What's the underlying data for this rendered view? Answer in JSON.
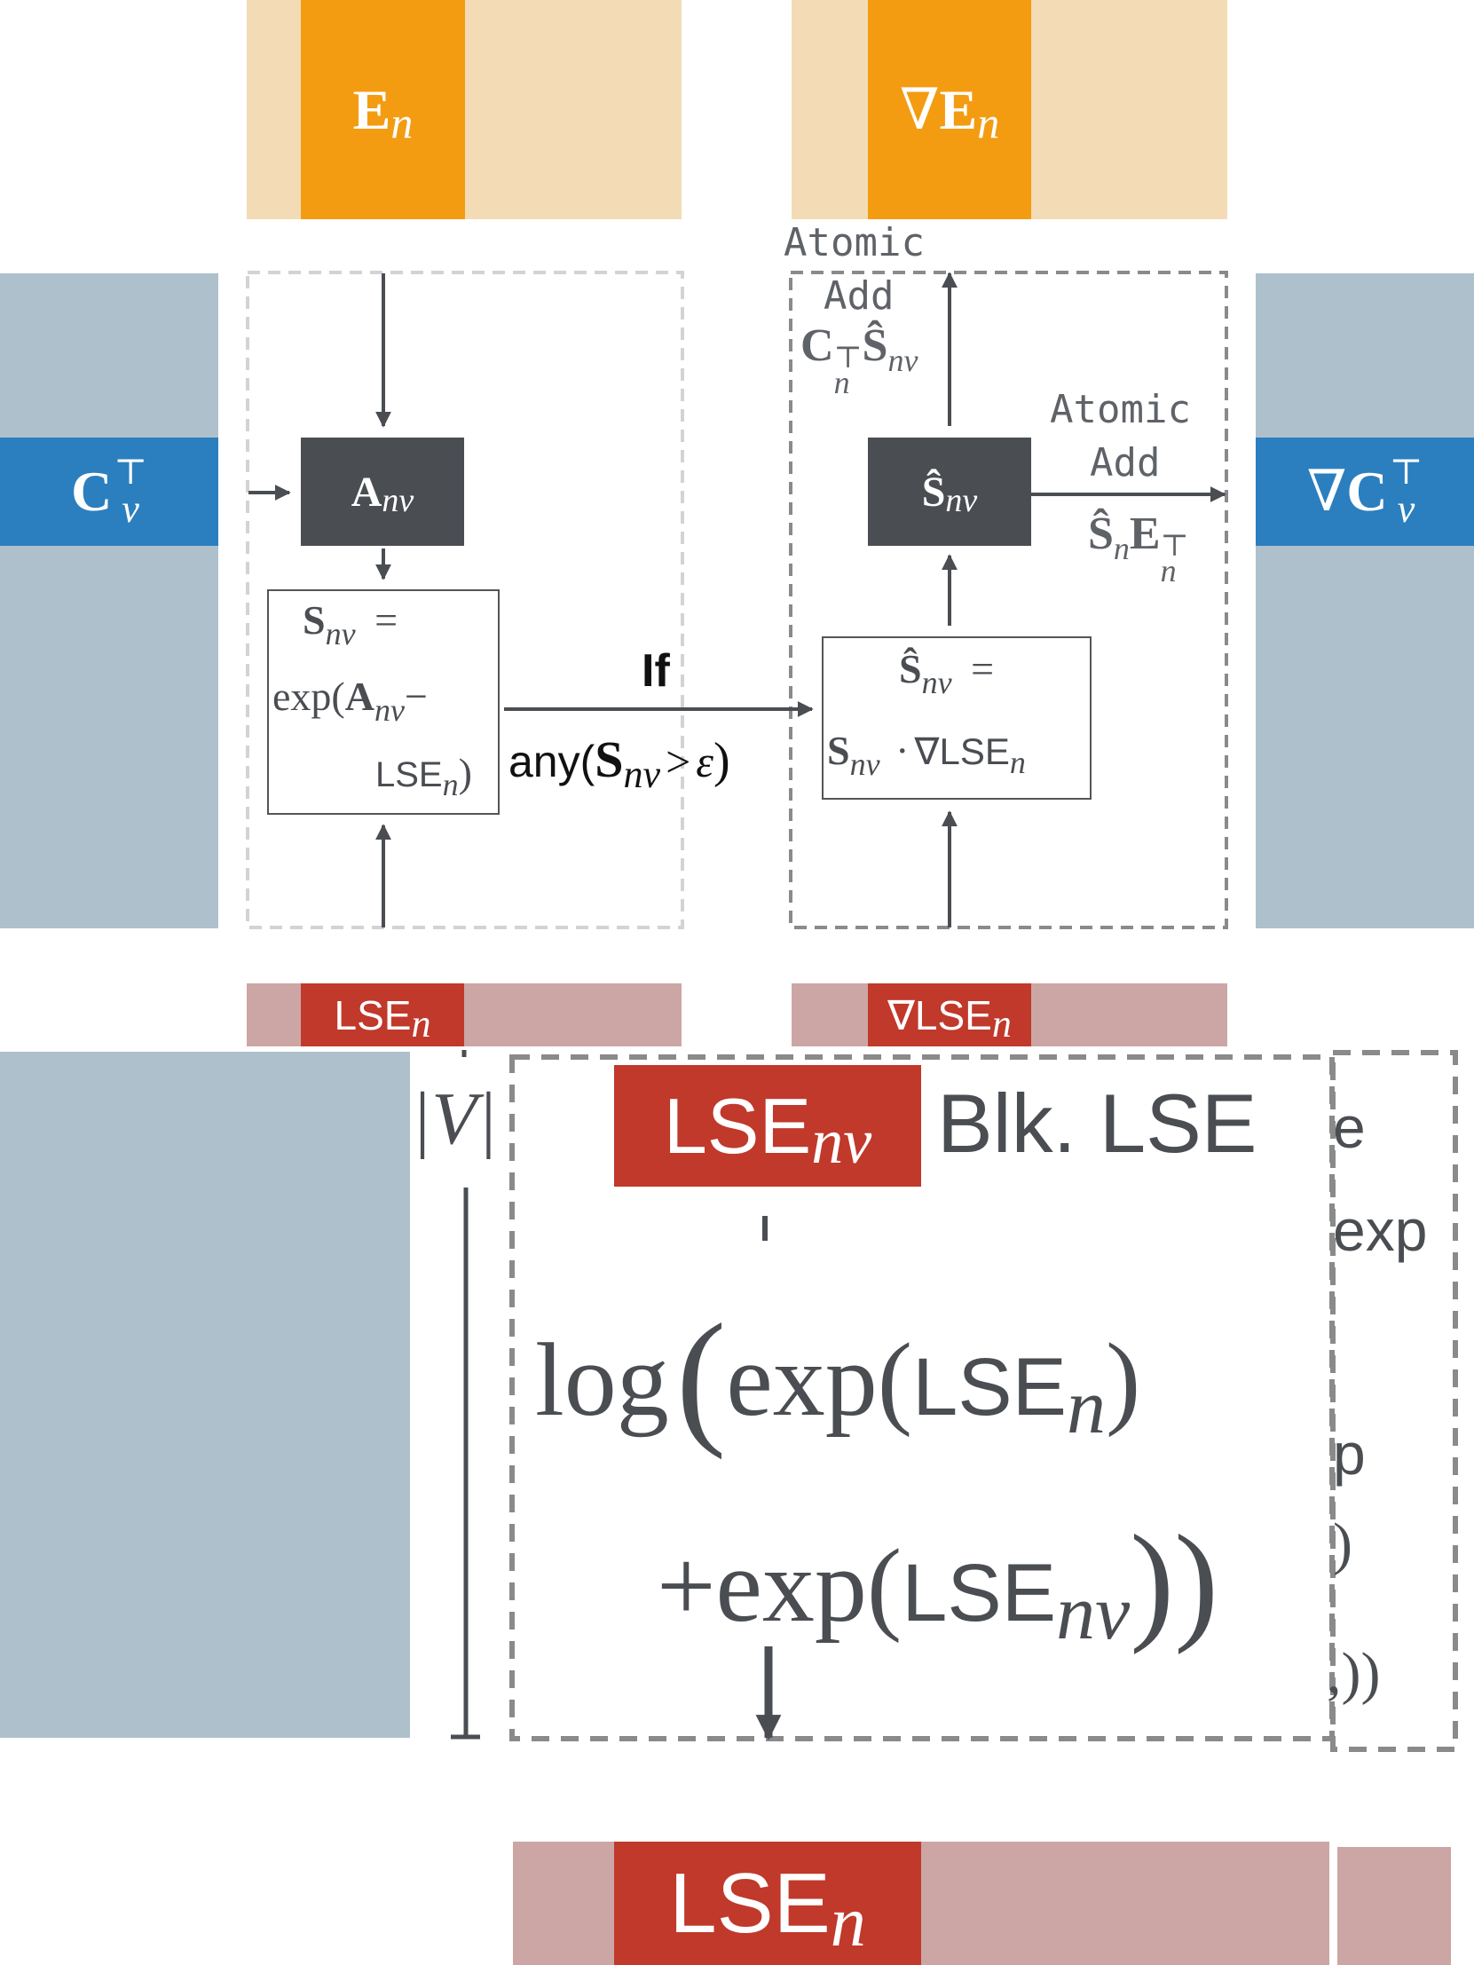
{
  "colors": {
    "orange": "#f39c12",
    "orange_light": "#f3dcb5",
    "blue": "#2b7fbf",
    "blue_light": "#aec0cc",
    "red": "#c0392b",
    "red_light": "#cca6a4",
    "dark_box": "#4a4d52",
    "gray_text": "#5f6368"
  },
  "top": {
    "e_tile": {
      "main": "E",
      "sub": "n"
    },
    "grad_e_tile": {
      "prefix": "∇",
      "main": "E",
      "sub": "n"
    }
  },
  "side": {
    "c_tile": {
      "main": "C",
      "sup": "⊤",
      "sub": "v"
    },
    "grad_c_tile": {
      "prefix": "∇",
      "main": "C",
      "sup": "⊤",
      "sub": "v"
    }
  },
  "forward": {
    "a_box": {
      "main": "A",
      "sub": "nv"
    },
    "s_box": {
      "line1_main": "S",
      "line1_sub": "nv",
      "line1_op": "=",
      "line2_pre": "exp(",
      "line2_main": "A",
      "line2_sub": "nv",
      "line2_op": "−",
      "line3_main": "LSE",
      "line3_sub": "n",
      "line3_close": ")"
    }
  },
  "condition": {
    "if_label": "If",
    "any_pre": "any(",
    "s_main": "S",
    "s_sub": "nv",
    "op": ">",
    "eps": "ε",
    "close": ")"
  },
  "backward": {
    "atomic_label_1": "Atomic",
    "add_label_1": "Add",
    "c_main": "C",
    "c_sub": "n",
    "c_sup": "⊤",
    "s_hat": "Ŝ",
    "s_sub": "nv",
    "atomic_label_2": "Atomic",
    "add_label_2": "Add",
    "shat_main": "Ŝ",
    "shat_sub": "n",
    "e_main": "E",
    "e_sub": "n",
    "e_sup": "⊤",
    "shat_box": {
      "main": "Ŝ",
      "sub": "nv"
    },
    "grad_box": {
      "line1_main": "Ŝ",
      "line1_sub": "nv",
      "line1_op": "=",
      "line2_main": "S",
      "line2_sub": "nv",
      "line2_dot": "·",
      "line2_grad": "∇LSE",
      "line2_gradsub": "n"
    }
  },
  "lse_bars": {
    "lse": {
      "main": "LSE",
      "sub": "n"
    },
    "grad_lse": {
      "main": "∇LSE",
      "sub": "n"
    }
  },
  "lower": {
    "v_label": "|V|",
    "blk_tile": {
      "main": "LSE",
      "sub": "nv"
    },
    "blk_label": "Blk. LSE",
    "formula_log": "log",
    "formula_exp1": "exp(",
    "formula_lse1": "LSE",
    "formula_lse1_sub": "n",
    "formula_close1": ")",
    "formula_plus": "+exp(",
    "formula_lse2": "LSE",
    "formula_lse2_sub": "nv",
    "formula_close2": "))",
    "behind_e": "e",
    "behind_exp": "exp",
    "behind_p": "p",
    "behind_paren": ")",
    "behind_close": ",))",
    "output_tile": {
      "main": "LSE",
      "sub": "n"
    }
  }
}
